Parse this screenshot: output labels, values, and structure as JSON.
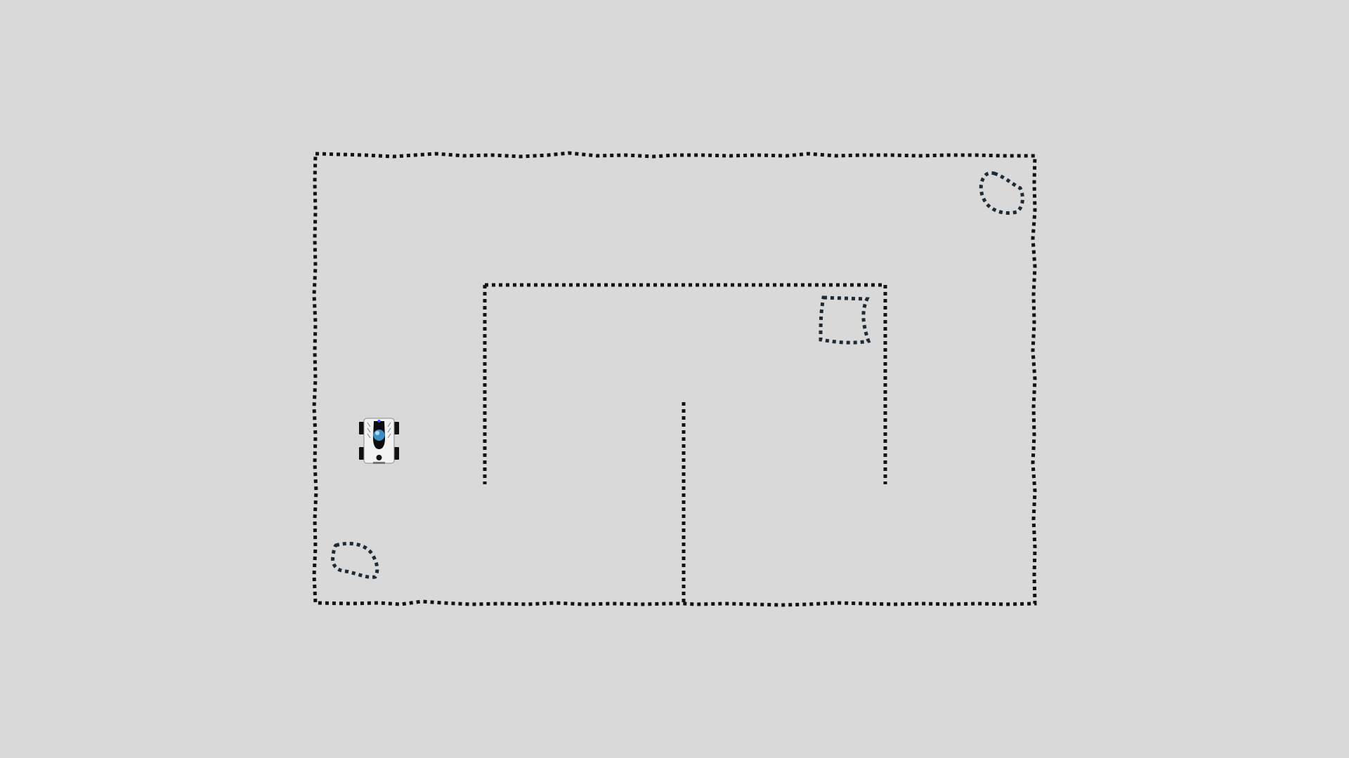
{
  "scene": {
    "type": "robot-maze-simulator",
    "background_color": "#d9d9d9",
    "wall_color": "#111111",
    "obstacle_color": "#1c2b35",
    "robot": {
      "heading": "up",
      "body_color": "#f2f2f2",
      "wheel_color": "#111111",
      "sensor_color": "#3a8fc7",
      "led_color": "#2255ff"
    },
    "walls": [
      "outer-boundary",
      "inner-wall-top",
      "inner-wall-left",
      "inner-wall-right",
      "center-divider"
    ],
    "obstacles": [
      "obstacle-top-right-blob",
      "obstacle-square",
      "obstacle-bottom-left-blob"
    ]
  }
}
